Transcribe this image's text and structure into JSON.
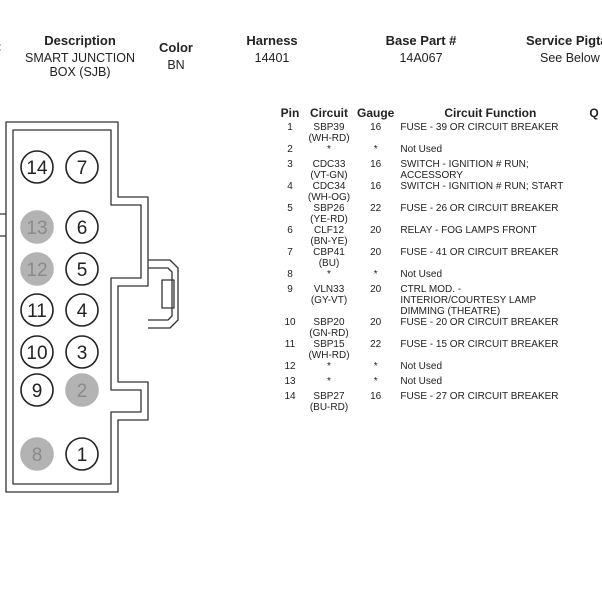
{
  "header": {
    "columns": [
      {
        "label": "Description",
        "value": [
          "SMART JUNCTION",
          "BOX (SJB)"
        ]
      },
      {
        "label": "Color",
        "value": [
          "BN"
        ]
      },
      {
        "label": "Harness",
        "value": [
          "14401"
        ]
      },
      {
        "label": "Base Part #",
        "value": [
          "14A067"
        ]
      },
      {
        "label": "Service Pigta",
        "value": [
          "See Below"
        ]
      }
    ]
  },
  "connector": {
    "rows": [
      [
        {
          "pin": "14",
          "shaded": false
        },
        {
          "pin": "7",
          "shaded": false
        }
      ],
      [
        {
          "pin": "13",
          "shaded": true
        },
        {
          "pin": "6",
          "shaded": false
        }
      ],
      [
        {
          "pin": "12",
          "shaded": true
        },
        {
          "pin": "5",
          "shaded": false
        }
      ],
      [
        {
          "pin": "11",
          "shaded": false
        },
        {
          "pin": "4",
          "shaded": false
        }
      ],
      [
        {
          "pin": "10",
          "shaded": false
        },
        {
          "pin": "3",
          "shaded": false
        }
      ],
      [
        {
          "pin": "9",
          "shaded": false
        },
        {
          "pin": "2",
          "shaded": true
        }
      ],
      [
        {
          "pin": "8",
          "shaded": true
        },
        {
          "pin": "1",
          "shaded": false
        }
      ]
    ],
    "shade_color": "#b3b3b3"
  },
  "table": {
    "headers": {
      "pin": "Pin",
      "circuit": "Circuit",
      "gauge": "Gauge",
      "function": "Circuit Function",
      "extra": "Q"
    },
    "rows": [
      {
        "pin": "1",
        "circuit": [
          "SBP39",
          "(WH-RD)"
        ],
        "gauge": "16",
        "function": [
          "FUSE - 39 OR CIRCUIT BREAKER"
        ]
      },
      {
        "pin": "2",
        "circuit": [
          "*"
        ],
        "gauge": "*",
        "function": [
          "Not Used"
        ]
      },
      {
        "pin": "3",
        "circuit": [
          "CDC33",
          "(VT-GN)"
        ],
        "gauge": "16",
        "function": [
          "SWITCH - IGNITION # RUN;",
          "ACCESSORY"
        ]
      },
      {
        "pin": "4",
        "circuit": [
          "CDC34",
          "(WH-OG)"
        ],
        "gauge": "16",
        "function": [
          "SWITCH - IGNITION # RUN; START"
        ]
      },
      {
        "pin": "5",
        "circuit": [
          "SBP26",
          "(YE-RD)"
        ],
        "gauge": "22",
        "function": [
          "FUSE - 26 OR CIRCUIT BREAKER"
        ]
      },
      {
        "pin": "6",
        "circuit": [
          "CLF12",
          "(BN-YE)"
        ],
        "gauge": "20",
        "function": [
          "RELAY - FOG LAMPS FRONT"
        ]
      },
      {
        "pin": "7",
        "circuit": [
          "CBP41",
          "(BU)"
        ],
        "gauge": "20",
        "function": [
          "FUSE - 41 OR CIRCUIT BREAKER"
        ]
      },
      {
        "pin": "8",
        "circuit": [
          "*"
        ],
        "gauge": "*",
        "function": [
          "Not Used"
        ]
      },
      {
        "pin": "9",
        "circuit": [
          "VLN33",
          "(GY-VT)"
        ],
        "gauge": "20",
        "function": [
          "CTRL MOD. -",
          "INTERIOR/COURTESY LAMP",
          "DIMMING (THEATRE)"
        ]
      },
      {
        "pin": "10",
        "circuit": [
          "SBP20",
          "(GN-RD)"
        ],
        "gauge": "20",
        "function": [
          "FUSE - 20 OR CIRCUIT BREAKER"
        ]
      },
      {
        "pin": "11",
        "circuit": [
          "SBP15",
          "(WH-RD)"
        ],
        "gauge": "22",
        "function": [
          "FUSE - 15 OR CIRCUIT BREAKER"
        ]
      },
      {
        "pin": "12",
        "circuit": [
          "*"
        ],
        "gauge": "*",
        "function": [
          "Not Used"
        ]
      },
      {
        "pin": "13",
        "circuit": [
          "*"
        ],
        "gauge": "*",
        "function": [
          "Not Used"
        ]
      },
      {
        "pin": "14",
        "circuit": [
          "SBP27",
          "(BU-RD)"
        ],
        "gauge": "16",
        "function": [
          "FUSE - 27 OR CIRCUIT BREAKER"
        ]
      }
    ]
  }
}
